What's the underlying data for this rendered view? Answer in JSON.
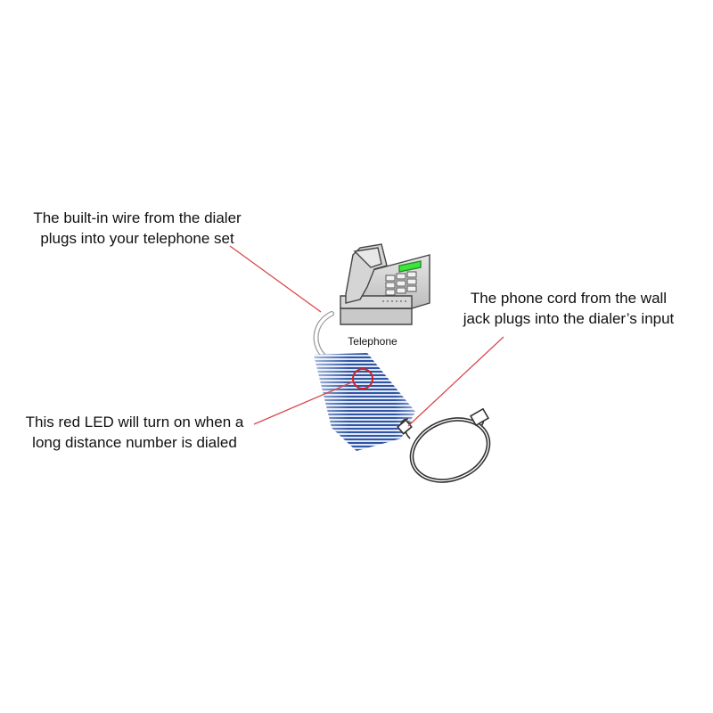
{
  "callouts": {
    "wire": {
      "line1": "The built-in wire from the dialer",
      "line2": "plugs into your telephone set"
    },
    "cord": {
      "line1": "The phone cord from the wall",
      "line2": "jack plugs into the dialer’s input"
    },
    "led": {
      "line1": "This red LED will turn on when a",
      "line2": "long distance number is dialed"
    }
  },
  "telephone": {
    "label": "Telephone"
  },
  "colors": {
    "leader_line": "#d9474a",
    "led_ring": "#d32020",
    "display_green": "#39e639",
    "dialer_blue": "#2a55a8"
  },
  "icons": {
    "telephone": "desk-telephone-icon",
    "dialer": "dialer-device-icon",
    "cord": "coiled-phone-cord-icon"
  }
}
